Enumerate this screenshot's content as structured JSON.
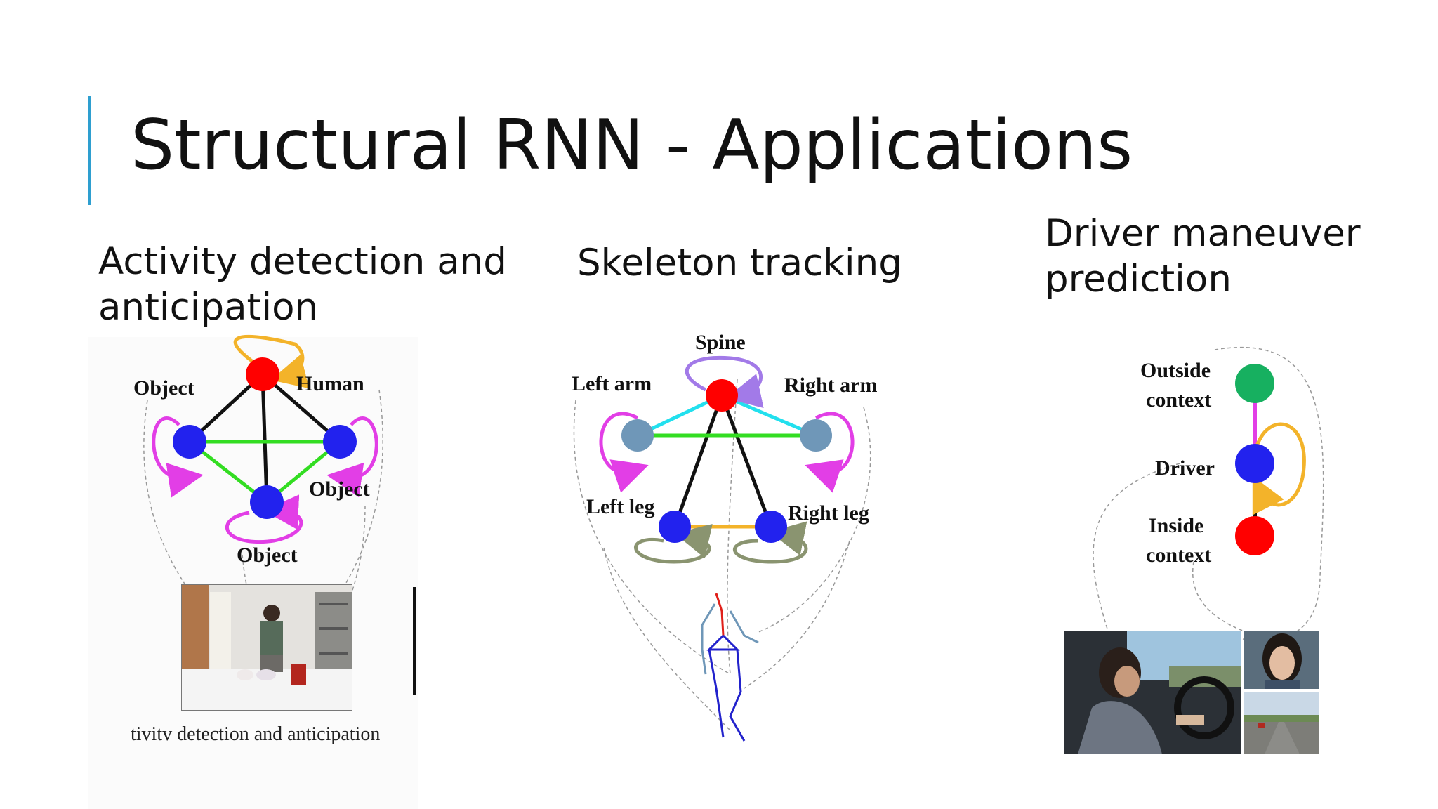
{
  "slide": {
    "title": "Structural RNN - Applications",
    "accent_color": "#2e9fd0"
  },
  "columns": [
    {
      "heading_line1": "Activity detection and",
      "heading_line2": "anticipation",
      "labels": [
        "Object",
        "Human",
        "Object",
        "Object"
      ],
      "caption": "tivitv detection and anticipation"
    },
    {
      "heading_line1": "Skeleton tracking",
      "labels": [
        "Spine",
        "Left arm",
        "Right arm",
        "Left leg",
        "Right leg"
      ]
    },
    {
      "heading_line1": "Driver maneuver",
      "heading_line2": "prediction",
      "labels": [
        "Outside",
        "context",
        "Driver",
        "Inside",
        "context"
      ]
    }
  ],
  "colors": {
    "human_node": "#ff0000",
    "object_node": "#2222ee",
    "self_loop_object": "#e23ee6",
    "self_loop_human": "#f3b32a",
    "edge_black": "#111111",
    "edge_green": "#33dd22",
    "edge_cyan": "#22e0ee",
    "limb_node": "#6f97b8",
    "spine_loop": "#a27ae8",
    "leg_loop": "#8a9470",
    "outside_node": "#17b060"
  }
}
